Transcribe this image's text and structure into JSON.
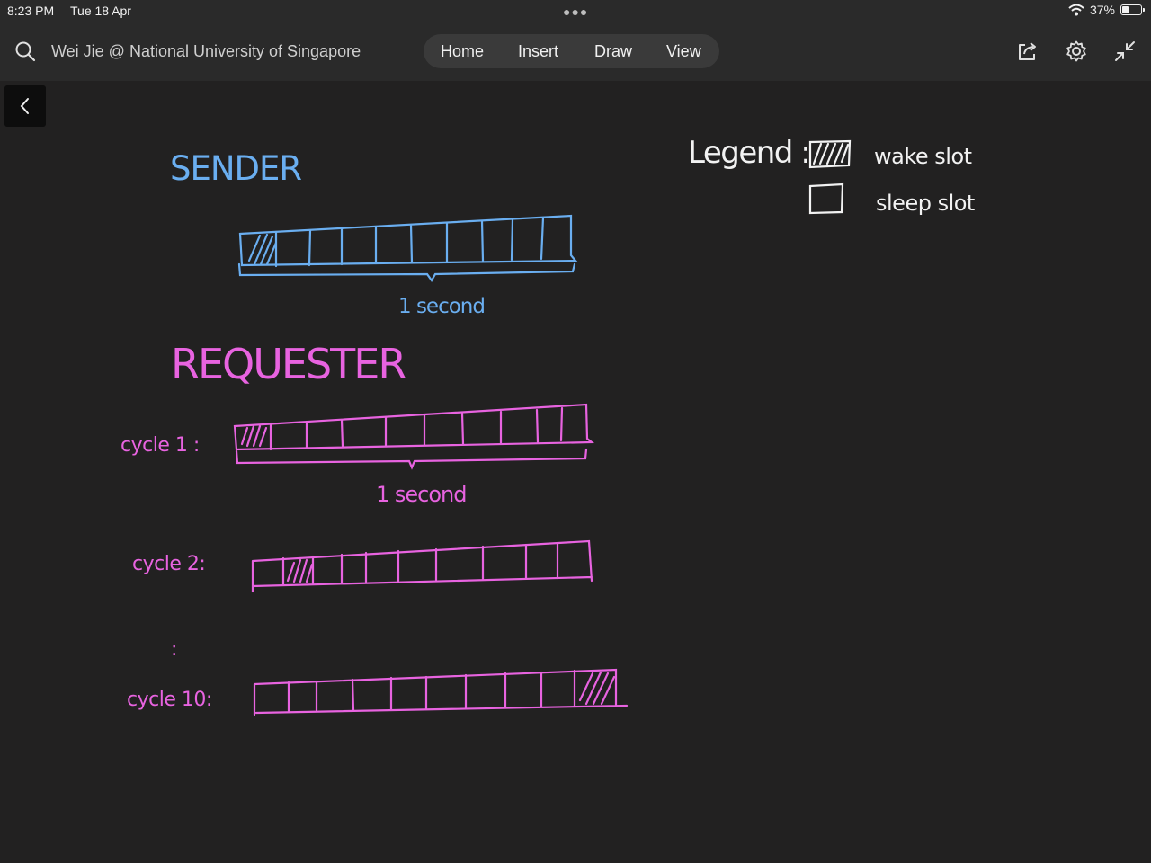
{
  "status": {
    "time": "8:23 PM",
    "date": "Tue 18 Apr",
    "battery": "37%",
    "battery_level": 0.37,
    "icons": [
      "wifi-icon",
      "battery-icon"
    ]
  },
  "toolbar": {
    "notebook_title": "Wei Jie @ National University of Singapore",
    "tabs": [
      {
        "label": "Home"
      },
      {
        "label": "Insert"
      },
      {
        "label": "Draw"
      },
      {
        "label": "View"
      }
    ],
    "icons": [
      "search-icon",
      "share-icon",
      "settings-icon",
      "collapse-icon",
      "back-chevron-icon"
    ]
  },
  "notes": {
    "sender_heading": "SENDER",
    "sender_duration": "1 second",
    "requester_heading": "REQUESTER",
    "cycles": [
      {
        "label": "cycle 1 :",
        "duration": "1 second"
      },
      {
        "label": "cycle 2:"
      },
      {
        "label": "cycle 10:"
      }
    ],
    "ellipsis": ":",
    "legend": {
      "title": "Legend :",
      "items": [
        {
          "label": "wake slot"
        },
        {
          "label": "sleep slot"
        }
      ]
    }
  },
  "colors": {
    "canvas": "#222121",
    "sender_ink": "#6aaef0",
    "requester_ink": "#e863e0",
    "legend_ink": "#f2f2f2"
  }
}
